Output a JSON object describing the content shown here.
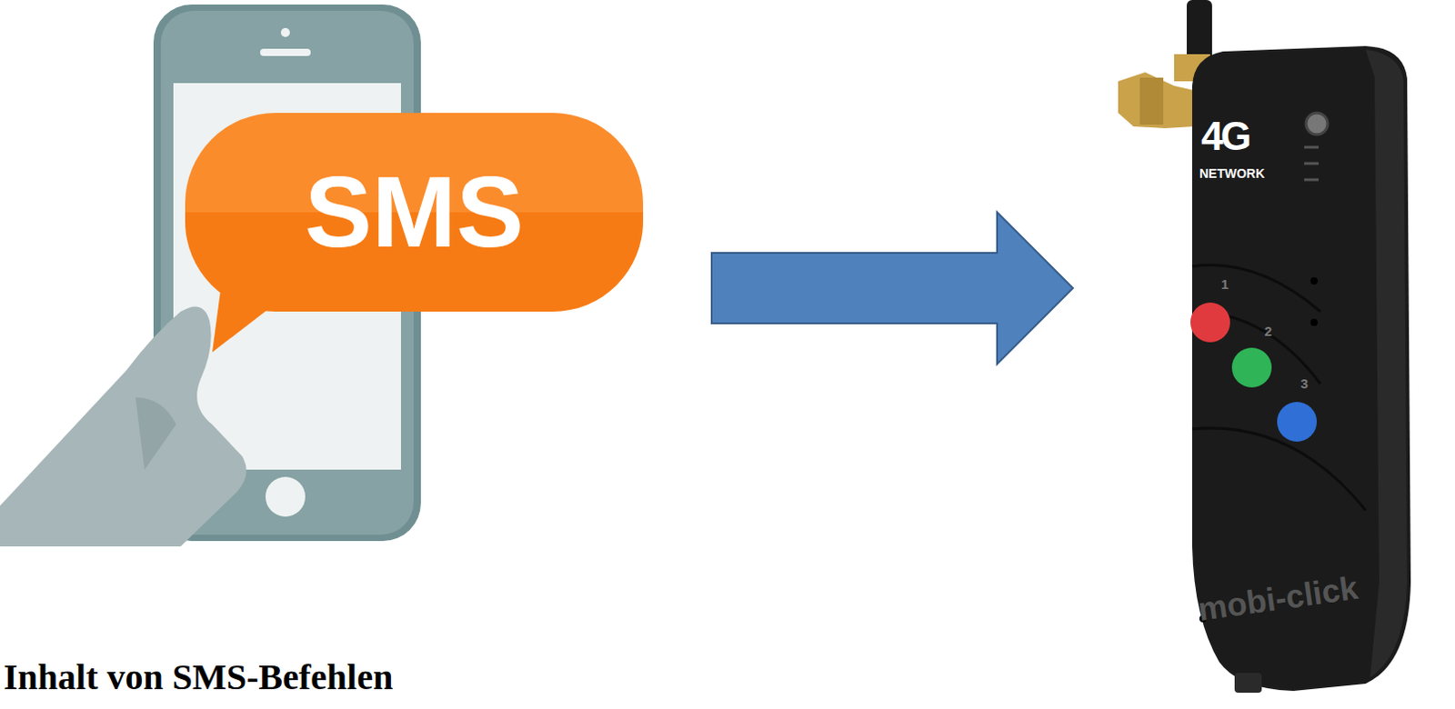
{
  "diagram": {
    "title": "Inhalt von SMS-Befehlen",
    "nodes": [
      {
        "text": [
          "SMS"
        ]
      },
      {
        "text": [
          "4G",
          "NETWORK",
          "1",
          "2",
          "3",
          "mobi-click"
        ]
      }
    ],
    "edges": [
      {
        "from": 0,
        "to": 1,
        "arrow": "to"
      }
    ]
  }
}
